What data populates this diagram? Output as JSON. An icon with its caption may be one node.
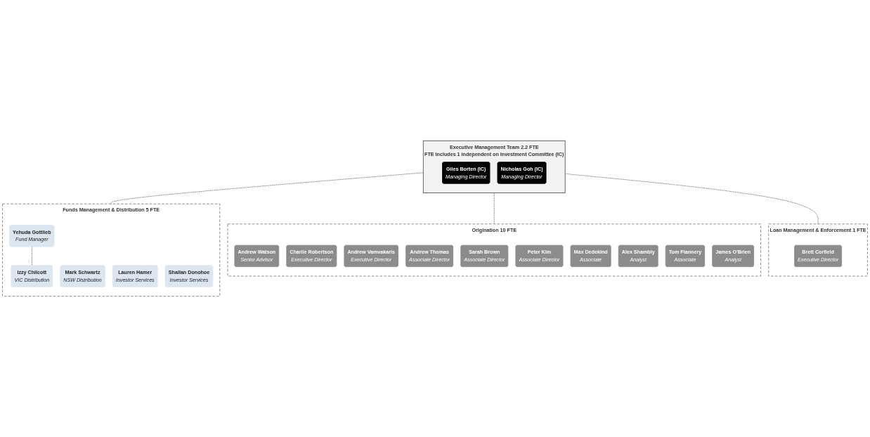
{
  "diagram": {
    "nodes": [
      {
        "text": [
          "Executive Management Team 2.2 FTE",
          "FTE includes 1 independent on investment Committee (IC)"
        ]
      },
      {
        "text": [
          "Giles Borten (IC)",
          "Managing Director"
        ],
        "in": 0
      },
      {
        "text": [
          "Nicholas Goh (IC)",
          "Managing Director"
        ],
        "in": 0
      },
      {
        "text": [
          "Funds Management & Distribution 5 FTE"
        ]
      },
      {
        "text": [
          "Yehuda Gottlieb",
          "Fund Manager"
        ],
        "in": 3
      },
      {
        "text": [
          "Mark Schwartz",
          "NSW Distribution"
        ],
        "in": 3
      },
      {
        "text": [
          "Izzy Chilcott",
          "VIC Distribution"
        ],
        "in": 3
      },
      {
        "text": [
          "Lauren Hamer",
          "Investor Services"
        ],
        "in": 3
      },
      {
        "text": [
          "Shallan Donohoe",
          "Investor Services"
        ],
        "in": 3
      },
      {
        "text": [
          "Origination 10 FTE"
        ]
      },
      {
        "text": [
          "Andrew Watson",
          "Senior Advisor"
        ],
        "in": 9
      },
      {
        "text": [
          "Charlie Robertson",
          "Executive Director"
        ],
        "in": 9
      },
      {
        "text": [
          "Andrew Vamvakaris",
          "Executive Director"
        ],
        "in": 9
      },
      {
        "text": [
          "Andrew Thomas",
          "Associate Director"
        ],
        "in": 9
      },
      {
        "text": [
          "Sarah Brown",
          "Associate Director"
        ],
        "in": 9
      },
      {
        "text": [
          "Peter Kim",
          "Associate Director"
        ],
        "in": 9
      },
      {
        "text": [
          "Max Dedekind",
          "Associate"
        ],
        "in": 9
      },
      {
        "text": [
          "Alex Shambly",
          "Analyst"
        ],
        "in": 9
      },
      {
        "text": [
          "Tom Flannery",
          "Associate"
        ],
        "in": 9
      },
      {
        "text": [
          "James O'Brien",
          "Analyst"
        ],
        "in": 9
      },
      {
        "text": [
          "Loan Management & Enforcement 1 FTE"
        ]
      },
      {
        "text": [
          "Brett Corfield",
          "Executive Director"
        ],
        "in": 20
      }
    ],
    "edges": [
      {
        "from": 0,
        "to": 3,
        "arrow": "none",
        "style": "dashed"
      },
      {
        "from": 4,
        "to": 6,
        "arrow": "none",
        "style": "dashed"
      },
      {
        "from": 0,
        "to": 9,
        "arrow": "none",
        "style": "dashed"
      },
      {
        "from": 0,
        "to": 20,
        "arrow": "none",
        "style": "dashed"
      }
    ]
  }
}
